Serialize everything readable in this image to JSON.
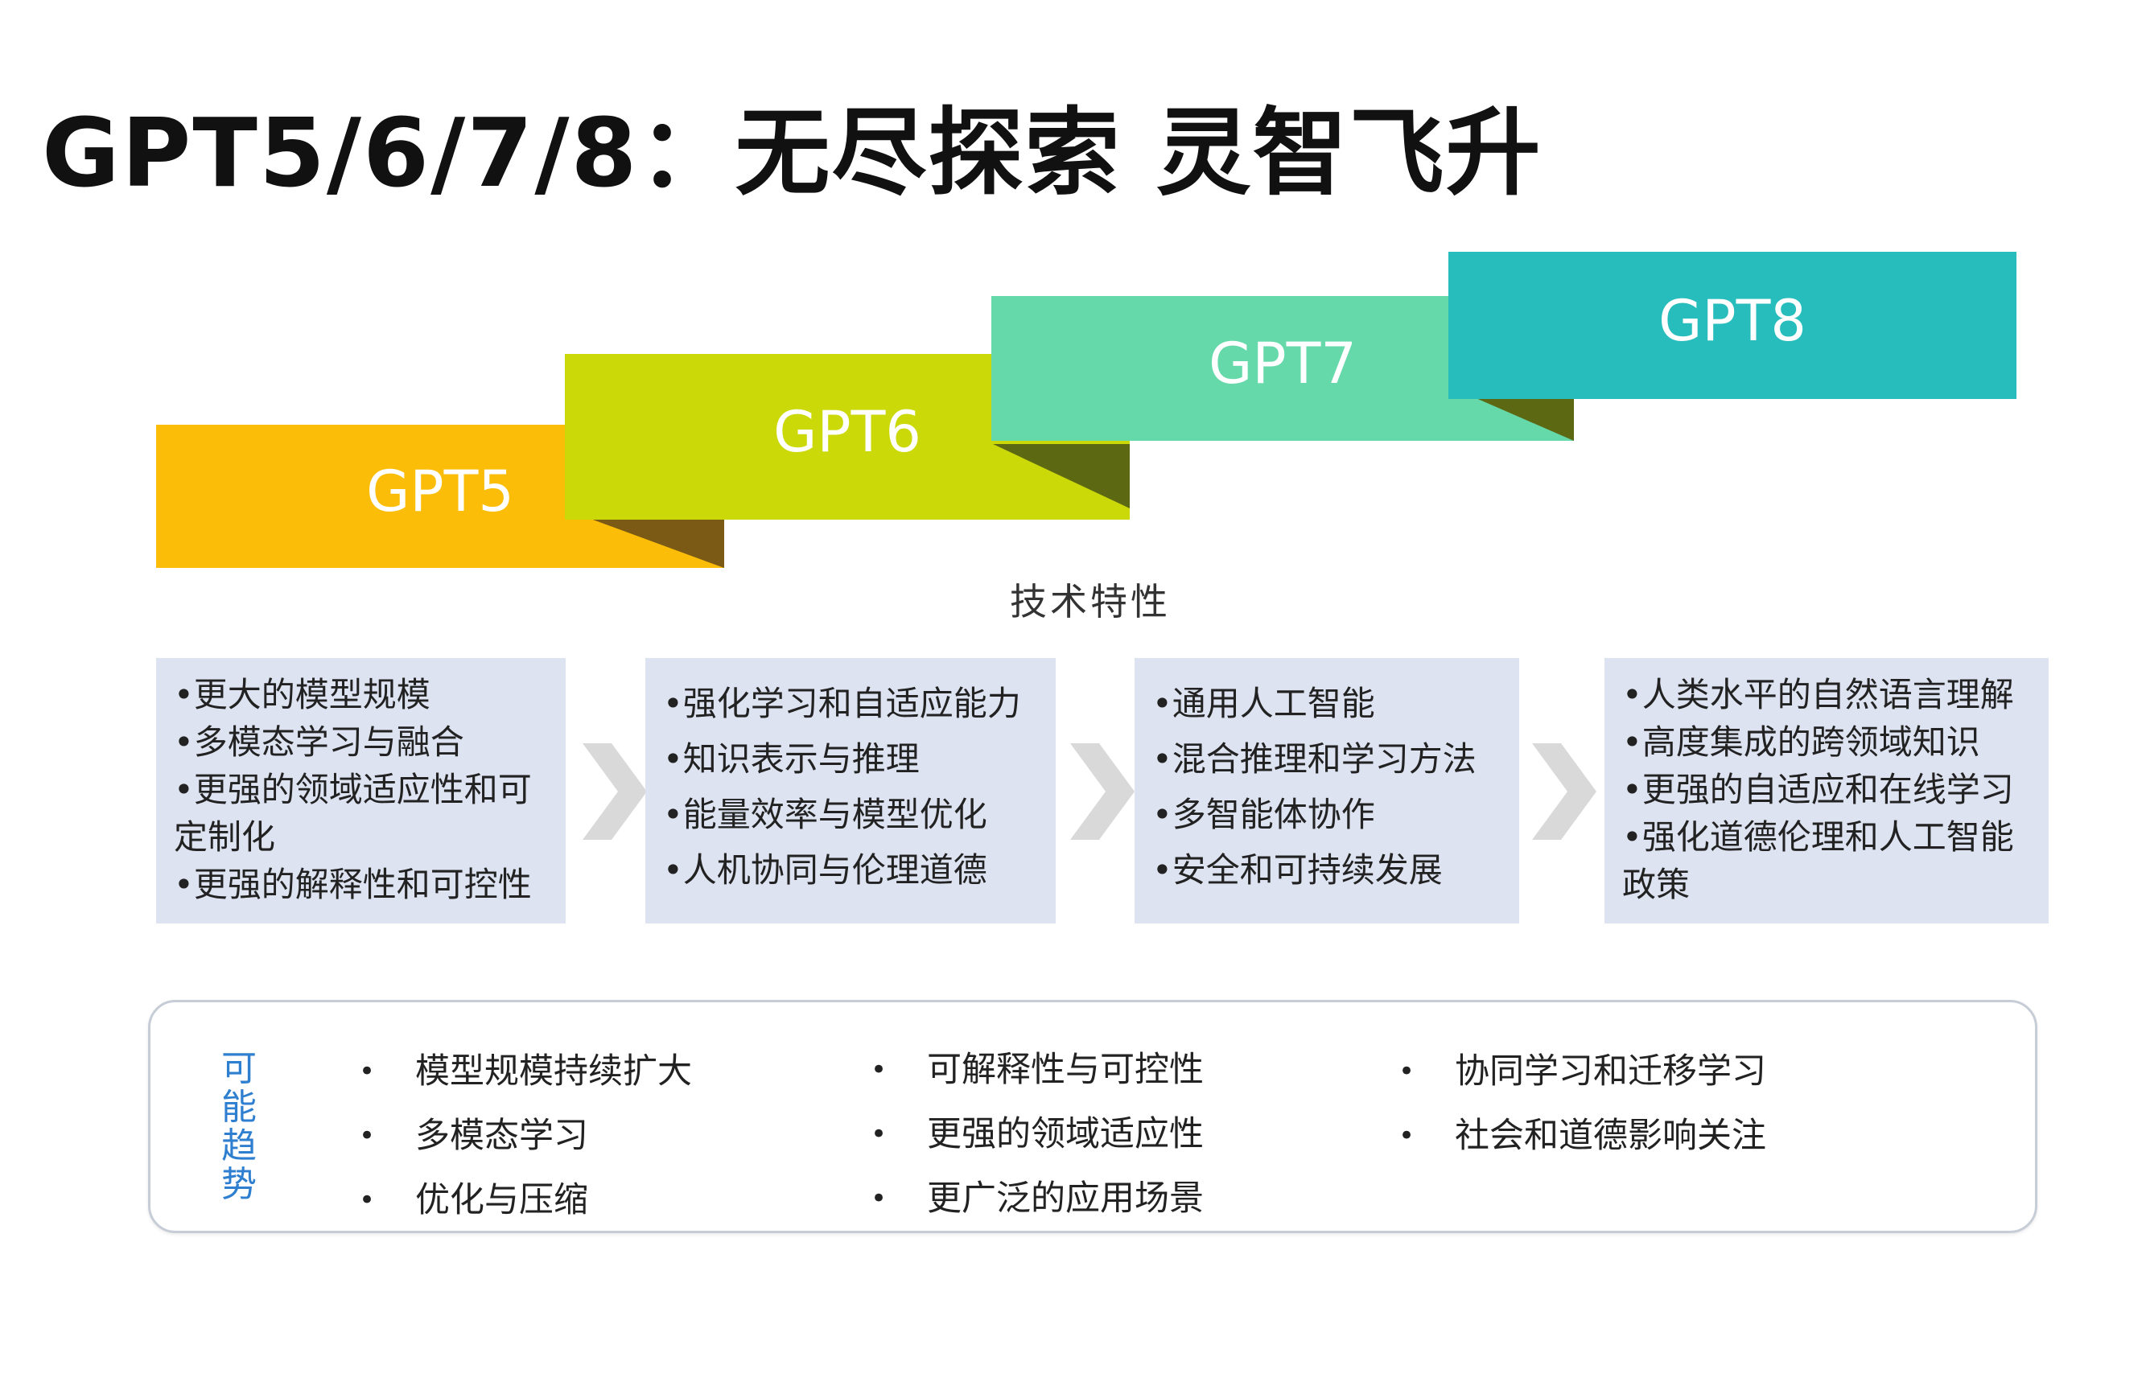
{
  "title": "GPT5/6/7/8：无尽探索  灵智飞升",
  "stages": [
    {
      "label": "GPT5",
      "color": "#fbbd07",
      "fold_color": "#7a5a14"
    },
    {
      "label": "GPT6",
      "color": "#ccd909",
      "fold_color": "#5d6813"
    },
    {
      "label": "GPT7",
      "color": "#66d9ab",
      "fold_color": "#5d6812"
    },
    {
      "label": "GPT8",
      "color": "#27bdbd",
      "fold_color": "#5f6a10"
    }
  ],
  "section_label": "技术特性",
  "features": [
    [
      "•更大的模型规模",
      "•多模态学习与融合",
      "•更强的领域适应性和可",
      "定制化",
      "•更强的解释性和可控性"
    ],
    [
      "•强化学习和自适应能力",
      "•知识表示与推理",
      "•能量效率与模型优化",
      "•人机协同与伦理道德"
    ],
    [
      "•通用人工智能",
      "•混合推理和学习方法",
      "•多智能体协作",
      "•安全和可持续发展"
    ],
    [
      "•人类水平的自然语言理解",
      "•高度集成的跨领域知识",
      "•更强的自适应和在线学习",
      "•强化道德伦理和人工智能",
      "政策"
    ]
  ],
  "trends": {
    "label": "可能趋势",
    "bullet": "•",
    "columns": [
      [
        "模型规模持续扩大",
        "多模态学习",
        "优化与压缩"
      ],
      [
        "可解释性与可控性",
        "更强的领域适应性",
        "更广泛的应用场景"
      ],
      [
        "协同学习和迁移学习",
        "社会和道德影响关注"
      ]
    ]
  },
  "colors": {
    "box_bg": "#dde3f1",
    "chevron": "#d9d9d9",
    "trend_label": "#2f7fd0"
  }
}
